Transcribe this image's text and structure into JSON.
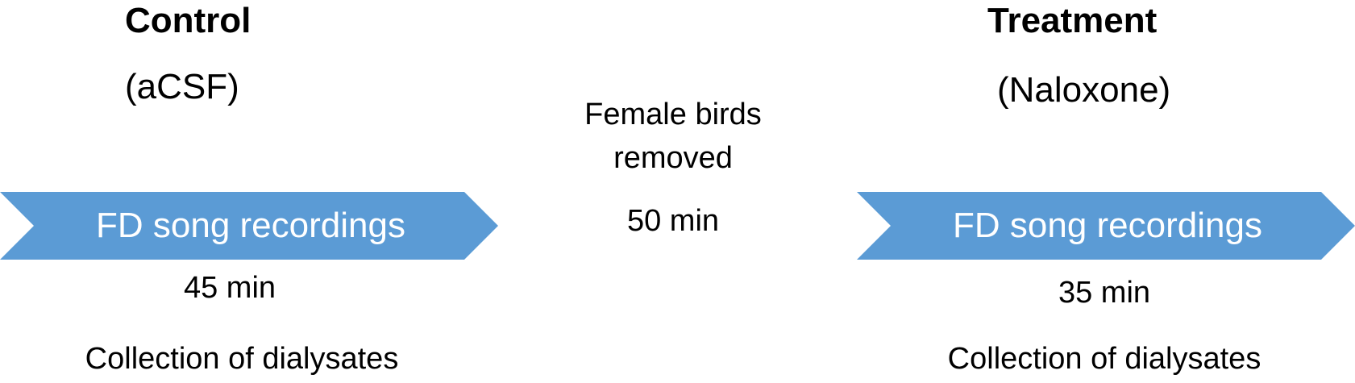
{
  "colors": {
    "arrow_fill": "#5b9bd5",
    "arrow_text": "#ffffff",
    "text": "#000000"
  },
  "control": {
    "title": "Control",
    "subtitle": "(aCSF)",
    "arrow_label": "FD song recordings",
    "duration": "45 min",
    "note": "Collection of dialysates"
  },
  "middle": {
    "line1": "Female birds",
    "line2": "removed",
    "duration": "50 min"
  },
  "treatment": {
    "title": "Treatment",
    "subtitle": "(Naloxone)",
    "arrow_label": "FD song recordings",
    "duration": "35 min",
    "note": "Collection of dialysates"
  }
}
